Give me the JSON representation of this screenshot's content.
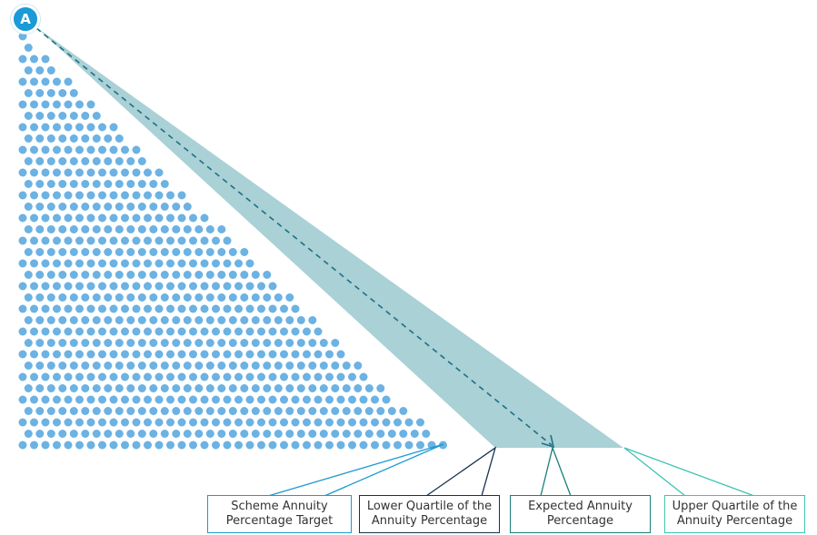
{
  "badge": {
    "letter": "A"
  },
  "labels": [
    {
      "id": "scheme",
      "line1": "Scheme Annuity",
      "line2": "Percentage Target",
      "color": "#1b9ad2"
    },
    {
      "id": "lower",
      "line1": "Lower Quartile of the",
      "line2": "Annuity Percentage",
      "color": "#16324f"
    },
    {
      "id": "expected",
      "line1": "Expected Annuity",
      "line2": "Percentage",
      "color": "#1a7f7a"
    },
    {
      "id": "upper",
      "line1": "Upper Quartile of the",
      "line2": "Annuity Percentage",
      "color": "#3fc2b1"
    }
  ],
  "colors": {
    "dots": "#6cb2e3",
    "band": "#a9d1d6",
    "arrow": "#1f6f85"
  }
}
